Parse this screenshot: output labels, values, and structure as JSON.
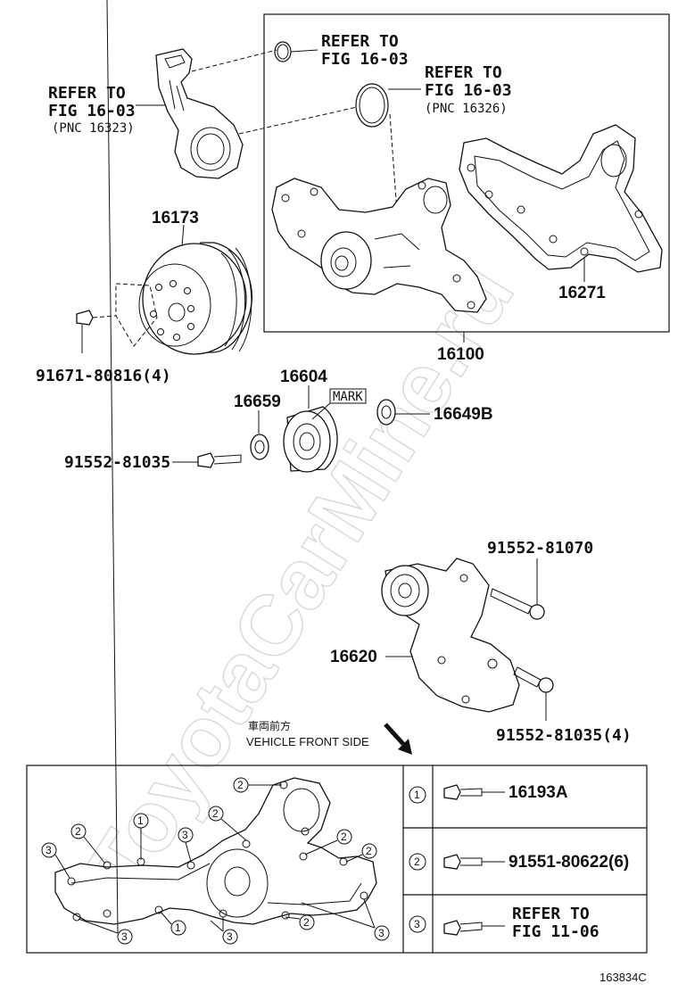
{
  "refs": {
    "ref_a": {
      "line1": "REFER TO",
      "line2": "FIG 16-03"
    },
    "ref_b": {
      "line1": "REFER TO",
      "line2": "FIG 16-03",
      "line3": "(PNC 16326)"
    },
    "ref_c": {
      "line1": "REFER TO",
      "line2": "FIG 16-03",
      "line3": "(PNC 16323)"
    }
  },
  "parts": {
    "pulley": "16173",
    "pulley_bolt": "91671-80816(4)",
    "gasket": "16271",
    "water_pump_assy": "16100",
    "idler_pulley": "16604",
    "idler_mark": "MARK",
    "plate_left": "16659",
    "plate_right": "16649B",
    "idler_bolt": "91552-81035",
    "tensioner_bolt_top": "91552-81070",
    "tensioner": "16620",
    "tensioner_bolt_bottom": "91552-81035(4)"
  },
  "vehicle_front": {
    "jp": "車両前方",
    "en": "VEHICLE FRONT SIDE"
  },
  "legend": [
    {
      "num": "1",
      "line1": "16193A",
      "line2": ""
    },
    {
      "num": "2",
      "line1": "91551-80622(6)",
      "line2": ""
    },
    {
      "num": "3",
      "line1": "REFER TO",
      "line2": "FIG 11-06"
    }
  ],
  "gasket_callouts": [
    "1",
    "2",
    "3"
  ],
  "watermark": "ToyotaCarMine.ru",
  "figure_id": "163834C"
}
